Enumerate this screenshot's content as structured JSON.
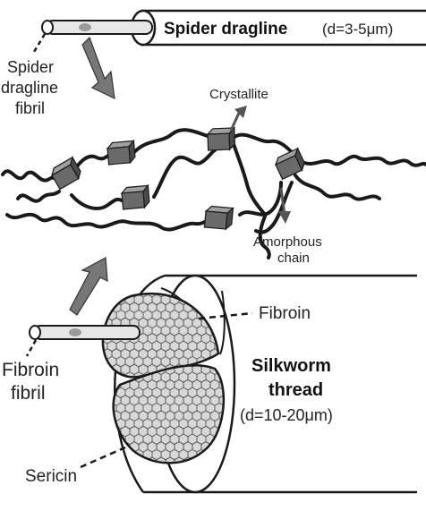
{
  "labels": {
    "spider_title": "Spider dragline",
    "spider_dim": "(d=3-5μm)",
    "spider_fibril_1": "Spider",
    "spider_fibril_2": "dragline",
    "spider_fibril_3": "fibril",
    "crystallite": "Crystallite",
    "amorphous_1": "Amorphous",
    "amorphous_2": "chain",
    "fibroin": "Fibroin",
    "fibroin_fibril_1": "Fibroin",
    "fibroin_fibril_2": "fibril",
    "silkworm_1": "Silkworm",
    "silkworm_2": "thread",
    "silkworm_dim": "(d=10-20μm)",
    "sericin": "Sericin"
  },
  "colors": {
    "line": "#1a1a1a",
    "arrow_fill": "#777777",
    "crystal_front": "#6a6a6a",
    "crystal_top": "#a0a0a0",
    "crystal_side": "#4a4a4a",
    "hex_fill": "#d8d8d8",
    "fibril_fill": "#e6e6e6",
    "fibril_dot": "#9a9a9a"
  }
}
